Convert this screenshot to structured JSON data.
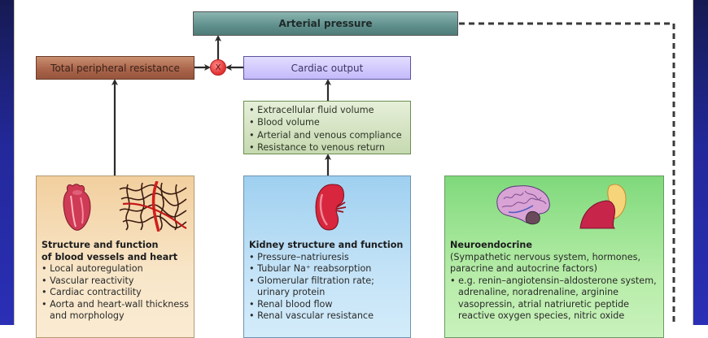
{
  "diagram": {
    "top": {
      "arterial_pressure": "Arterial pressure",
      "total_peripheral_resistance": "Total peripheral resistance",
      "cardiac_output": "Cardiac output",
      "multiply_symbol": "X"
    },
    "cardiac_output_determinants": [
      "Extracellular fluid volume",
      "Blood volume",
      "Arterial and venous compliance",
      "Resistance to venous return"
    ],
    "panels": {
      "vessels": {
        "title_line1": "Structure and function",
        "title_line2": "of blood vessels and heart",
        "icons": [
          "heart-icon",
          "blood-vessel-network-icon"
        ],
        "items": [
          "Local autoregulation",
          "Vascular reactivity",
          "Cardiac contractility",
          "Aorta and heart-wall thickness and morphology"
        ]
      },
      "kidney": {
        "title": "Kidney structure and function",
        "icons": [
          "kidney-icon"
        ],
        "items": [
          "Pressure–natriuresis",
          "Tubular Na⁺ reabsorption",
          "Glomerular filtration rate; urinary protein",
          "Renal blood flow",
          "Renal vascular resistance"
        ]
      },
      "neuro": {
        "title": "Neuroendocrine",
        "subtitle": "(Sympathetic nervous system, hormones, paracrine and autocrine factors)",
        "icons": [
          "brain-icon",
          "adrenal-gland-icon"
        ],
        "items": [
          "e.g. renin–angiotensin–aldosterone system, adrenaline, noradrenaline, arginine vasopressin, atrial natriuretic peptide reactive oxygen species, nitric oxide"
        ]
      }
    },
    "colors": {
      "arterial": "#5f8f8b",
      "tpr": "#a8634a",
      "cardiac": "#c4bafb",
      "determinants": "#c6d9b0",
      "vessels_panel": "#f2cf9e",
      "kidney_panel": "#9fd0f0",
      "neuro_panel": "#7fd97b",
      "multiply_node": "#e63a3a",
      "slide_border": "#23289a"
    }
  }
}
